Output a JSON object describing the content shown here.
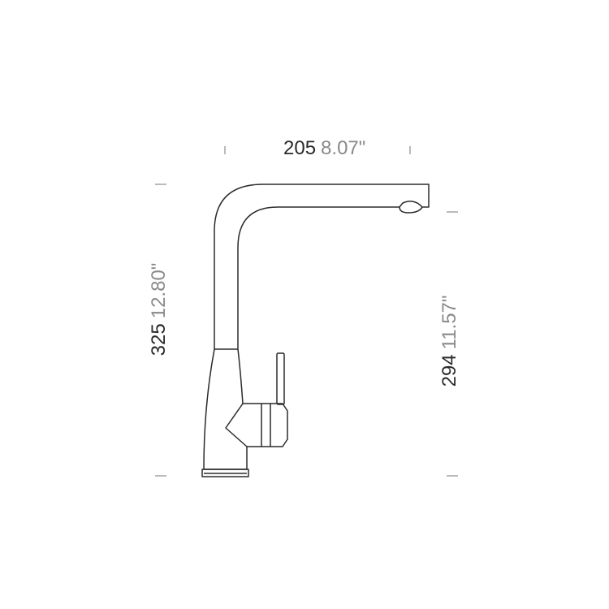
{
  "dimensions": {
    "width": {
      "mm": "205",
      "inch": "8.07\""
    },
    "total_height": {
      "mm": "325",
      "inch": "12.80\""
    },
    "spout_height": {
      "mm": "294",
      "inch": "11.57\""
    }
  },
  "colors": {
    "outline": "#2b2b2b",
    "tick": "#8c8c8c",
    "primary_text": "#2a2a2a",
    "secondary_text": "#8a8a8a"
  }
}
